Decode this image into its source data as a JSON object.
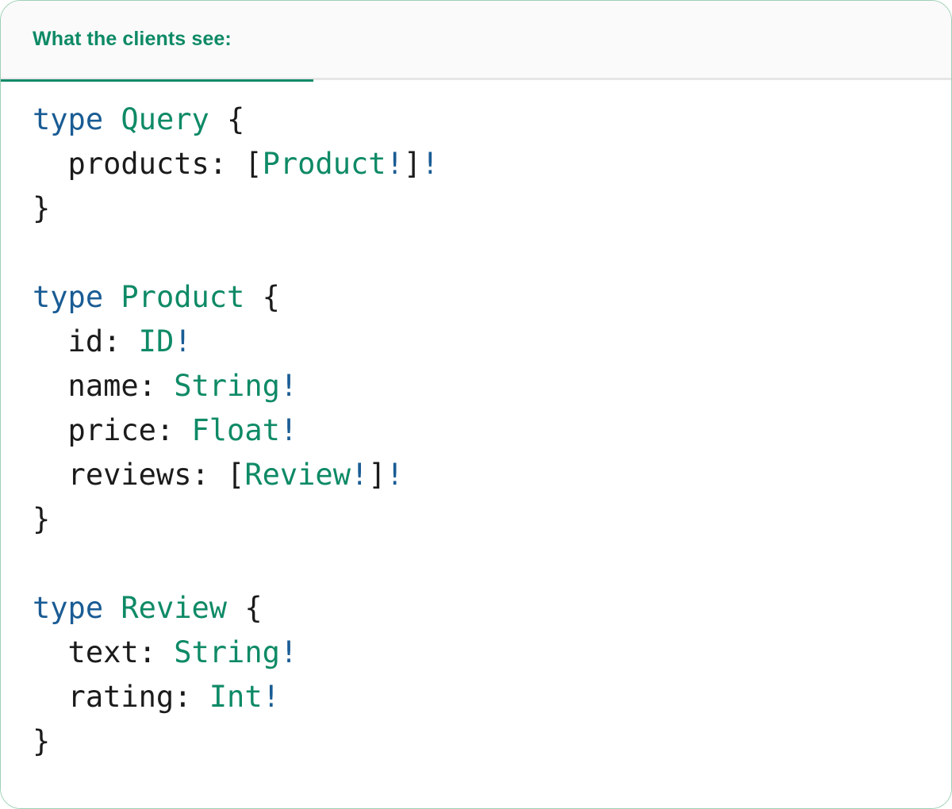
{
  "card": {
    "border_color": "#9fd0b6",
    "background": "#ffffff"
  },
  "header": {
    "tab_label": "What the clients see:",
    "accent_color": "#0e8a66",
    "background": "#fafafa",
    "underline_color": "#0f8a68",
    "divider_color": "#e6e6e6"
  },
  "colors": {
    "keyword": "#1a5c94",
    "type": "#0e8a66",
    "field": "#1b1b1b",
    "punctuation": "#1b1b1b",
    "non_null_bang": "#1a5c94",
    "code_background": "#ffffff"
  },
  "code": {
    "language": "graphql",
    "lines": [
      [
        {
          "t": "type",
          "c": "kw"
        },
        {
          "t": " ",
          "c": "punc"
        },
        {
          "t": "Query",
          "c": "type"
        },
        {
          "t": " {",
          "c": "punc"
        }
      ],
      [
        {
          "t": "  products",
          "c": "field"
        },
        {
          "t": ": [",
          "c": "punc"
        },
        {
          "t": "Product",
          "c": "type"
        },
        {
          "t": "!",
          "c": "bang"
        },
        {
          "t": "]",
          "c": "punc"
        },
        {
          "t": "!",
          "c": "bang"
        }
      ],
      [
        {
          "t": "}",
          "c": "punc"
        }
      ],
      [],
      [
        {
          "t": "type",
          "c": "kw"
        },
        {
          "t": " ",
          "c": "punc"
        },
        {
          "t": "Product",
          "c": "type"
        },
        {
          "t": " {",
          "c": "punc"
        }
      ],
      [
        {
          "t": "  id",
          "c": "field"
        },
        {
          "t": ": ",
          "c": "punc"
        },
        {
          "t": "ID",
          "c": "type"
        },
        {
          "t": "!",
          "c": "bang"
        }
      ],
      [
        {
          "t": "  name",
          "c": "field"
        },
        {
          "t": ": ",
          "c": "punc"
        },
        {
          "t": "String",
          "c": "type"
        },
        {
          "t": "!",
          "c": "bang"
        }
      ],
      [
        {
          "t": "  price",
          "c": "field"
        },
        {
          "t": ": ",
          "c": "punc"
        },
        {
          "t": "Float",
          "c": "type"
        },
        {
          "t": "!",
          "c": "bang"
        }
      ],
      [
        {
          "t": "  reviews",
          "c": "field"
        },
        {
          "t": ": [",
          "c": "punc"
        },
        {
          "t": "Review",
          "c": "type"
        },
        {
          "t": "!",
          "c": "bang"
        },
        {
          "t": "]",
          "c": "punc"
        },
        {
          "t": "!",
          "c": "bang"
        }
      ],
      [
        {
          "t": "}",
          "c": "punc"
        }
      ],
      [],
      [
        {
          "t": "type",
          "c": "kw"
        },
        {
          "t": " ",
          "c": "punc"
        },
        {
          "t": "Review",
          "c": "type"
        },
        {
          "t": " {",
          "c": "punc"
        }
      ],
      [
        {
          "t": "  text",
          "c": "field"
        },
        {
          "t": ": ",
          "c": "punc"
        },
        {
          "t": "String",
          "c": "type"
        },
        {
          "t": "!",
          "c": "bang"
        }
      ],
      [
        {
          "t": "  rating",
          "c": "field"
        },
        {
          "t": ": ",
          "c": "punc"
        },
        {
          "t": "Int",
          "c": "type"
        },
        {
          "t": "!",
          "c": "bang"
        }
      ],
      [
        {
          "t": "}",
          "c": "punc"
        }
      ]
    ]
  }
}
